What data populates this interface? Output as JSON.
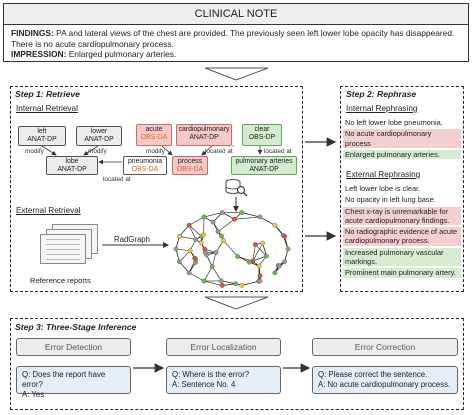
{
  "note": {
    "title": "CLINICAL NOTE",
    "findings_label": "FINDINGS:",
    "findings_text": "PA and lateral views of the chest are provided. The previously seen left lower lobe opacity has disappeared. There is no acute cardiopulmonary process.",
    "impression_label": "IMPRESSION:",
    "impression_text": "Enlarged pulmonary arteries."
  },
  "step1": {
    "title": "Step 1: Retrieve",
    "internal_label": "Internal Retrieval",
    "external_label": "External Retrieval",
    "nodes": {
      "left": {
        "name": "left",
        "tag": "ANAT-DP"
      },
      "lower": {
        "name": "lower",
        "tag": "ANAT-DP"
      },
      "lobe": {
        "name": "lobe",
        "tag": "ANAT-DP"
      },
      "pneumonia": {
        "name": "pneumonia",
        "tag": "OBS-DA"
      },
      "acute": {
        "name": "acute",
        "tag": "OBS-DA"
      },
      "cardio": {
        "name": "cardiopulmonary",
        "tag": "ANAT-DP"
      },
      "process": {
        "name": "process",
        "tag": "OBS-DA"
      },
      "clear": {
        "name": "clear",
        "tag": "OBS-DP"
      },
      "arteries": {
        "name": "pulmonary arteries",
        "tag": "ANAT-DP"
      }
    },
    "edges": {
      "modify_left": "modify",
      "modify_lower": "modify",
      "modify_acute": "modify",
      "located_pneumonia": "located at",
      "located_cardio": "located at",
      "located_clear": "located at"
    },
    "tool": "RadGraph",
    "reports_label": "Reference reports"
  },
  "step2": {
    "title": "Step 2: Rephrase",
    "internal_label": "Internal Rephrasing",
    "internal_items": [
      {
        "text": "No left lower lobe pneumonia.",
        "color": "none"
      },
      {
        "text": "No acute cardiopulmonary process",
        "color": "red"
      },
      {
        "text": "Enlarged pulmonary arteries.",
        "color": "green"
      }
    ],
    "external_label": "External Rephrasing",
    "external_items": [
      {
        "text": "Left lower lobe is clear.",
        "color": "none"
      },
      {
        "text": "No opacity in left lung base.",
        "color": "none"
      },
      {
        "text": "Chest x-ray is unremarkable for acute cardiopulmonary findings.",
        "color": "red"
      },
      {
        "text": "No radiographic evidence of acute cardiopulmonary process.",
        "color": "red"
      },
      {
        "text": "Increased pulmonary vascular markings.",
        "color": "green"
      },
      {
        "text": "Prominent main pulmonary artery.",
        "color": "green"
      }
    ]
  },
  "step3": {
    "title": "Step 3: Three-Stage Inference",
    "stages": [
      {
        "name": "Error Detection",
        "q": "Q: Does the report have error?",
        "a": "A: Yes"
      },
      {
        "name": "Error Localization",
        "q": "Q: Where is the error?",
        "a": "A: Sentence No. 4"
      },
      {
        "name": "Error Correction",
        "q": "Q: Please correct the sentence.",
        "a": "A: No acute cardiopulmonary process."
      }
    ]
  },
  "colors": {
    "red_fill": "#f6c8c8",
    "green_fill": "#d3ebcf",
    "gray_fill": "#ececec",
    "qa_fill": "#e4eef9",
    "obs_tag": "#d66a1e"
  }
}
